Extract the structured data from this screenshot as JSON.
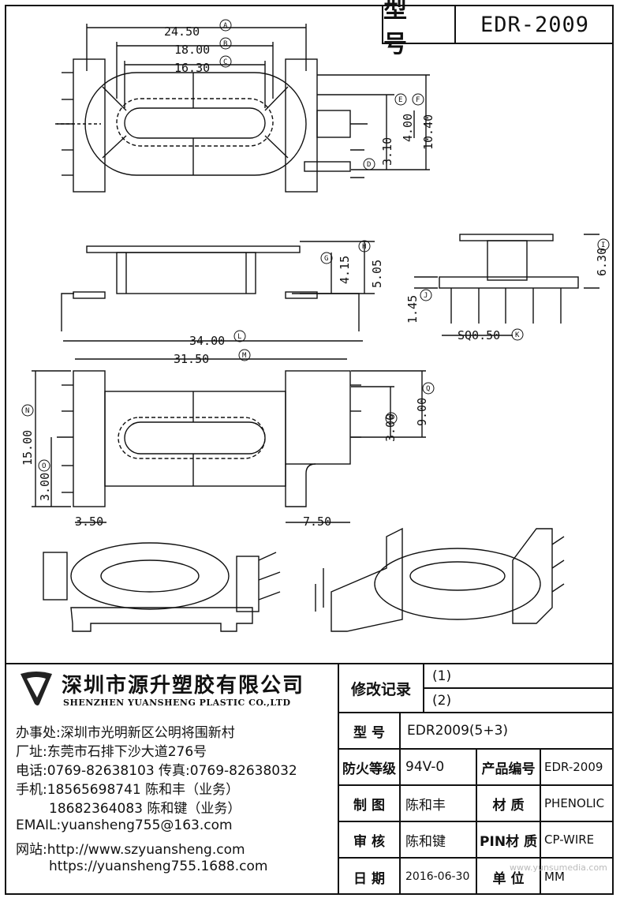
{
  "title": {
    "label": "型 号",
    "model": "EDR-2009"
  },
  "dims": {
    "d24": "24.50",
    "d18": "18.00",
    "d16": "16.30",
    "d4": "4.00",
    "d104": "10.40",
    "d31a": "3.10",
    "d415": "4.15",
    "d505": "5.05",
    "d630": "6.30",
    "d145": "1.45",
    "d34": "34.00",
    "d315": "31.50",
    "sq": "SQ0.50",
    "d15": "15.00",
    "d3a": "3.00",
    "d3b": "3.00",
    "d9": "9.00",
    "d35": "3.50",
    "d75": "7.50",
    "mA": "A",
    "mB": "B",
    "mC": "C",
    "mD": "D",
    "mE": "E",
    "mF": "F",
    "mG": "G",
    "mH": "H",
    "mI": "I",
    "mJ": "J",
    "mK": "K",
    "mL": "L",
    "mM": "M",
    "mN": "N",
    "mO": "O",
    "mP": "P",
    "mQ": "Q"
  },
  "company": {
    "name_cn": "深圳市源升塑胶有限公司",
    "name_en": "SHENZHEN YUANSHENG PLASTIC CO.,LTD",
    "office": "办事处:深圳市光明新区公明将围新村",
    "factory": "厂址:东莞市石排下沙大道276号",
    "phone": "电话:0769-82638103 传真:0769-82638032",
    "mobile1": "手机:18565698741 陈和丰（业务）",
    "mobile2": "18682364083 陈和键（业务）",
    "email": "EMAIL:yuansheng755@163.com",
    "web1": "网站:http://www.szyuansheng.com",
    "web2": "https://yuansheng755.1688.com"
  },
  "table": {
    "revision_label": "修改记录",
    "rev1": "(1)",
    "rev2": "(2)",
    "model_label": "型 号",
    "model_value": "EDR2009(5+3)",
    "fire_label": "防火等级",
    "fire_value": "94V-0",
    "product_no_label": "产品编号",
    "product_no_value": "EDR-2009",
    "drawn_label": "制 图",
    "drawn_value": "陈和丰",
    "material_label": "材 质",
    "material_value": "PHENOLIC",
    "checked_label": "审 核",
    "checked_value": "陈和键",
    "pin_material_label": "PIN材 质",
    "pin_material_value": "CP-WIRE",
    "date_label": "日 期",
    "date_value": "2016-06-30",
    "unit_label": "单 位",
    "unit_value": "MM"
  },
  "watermark": "www.yunsumedia.com"
}
